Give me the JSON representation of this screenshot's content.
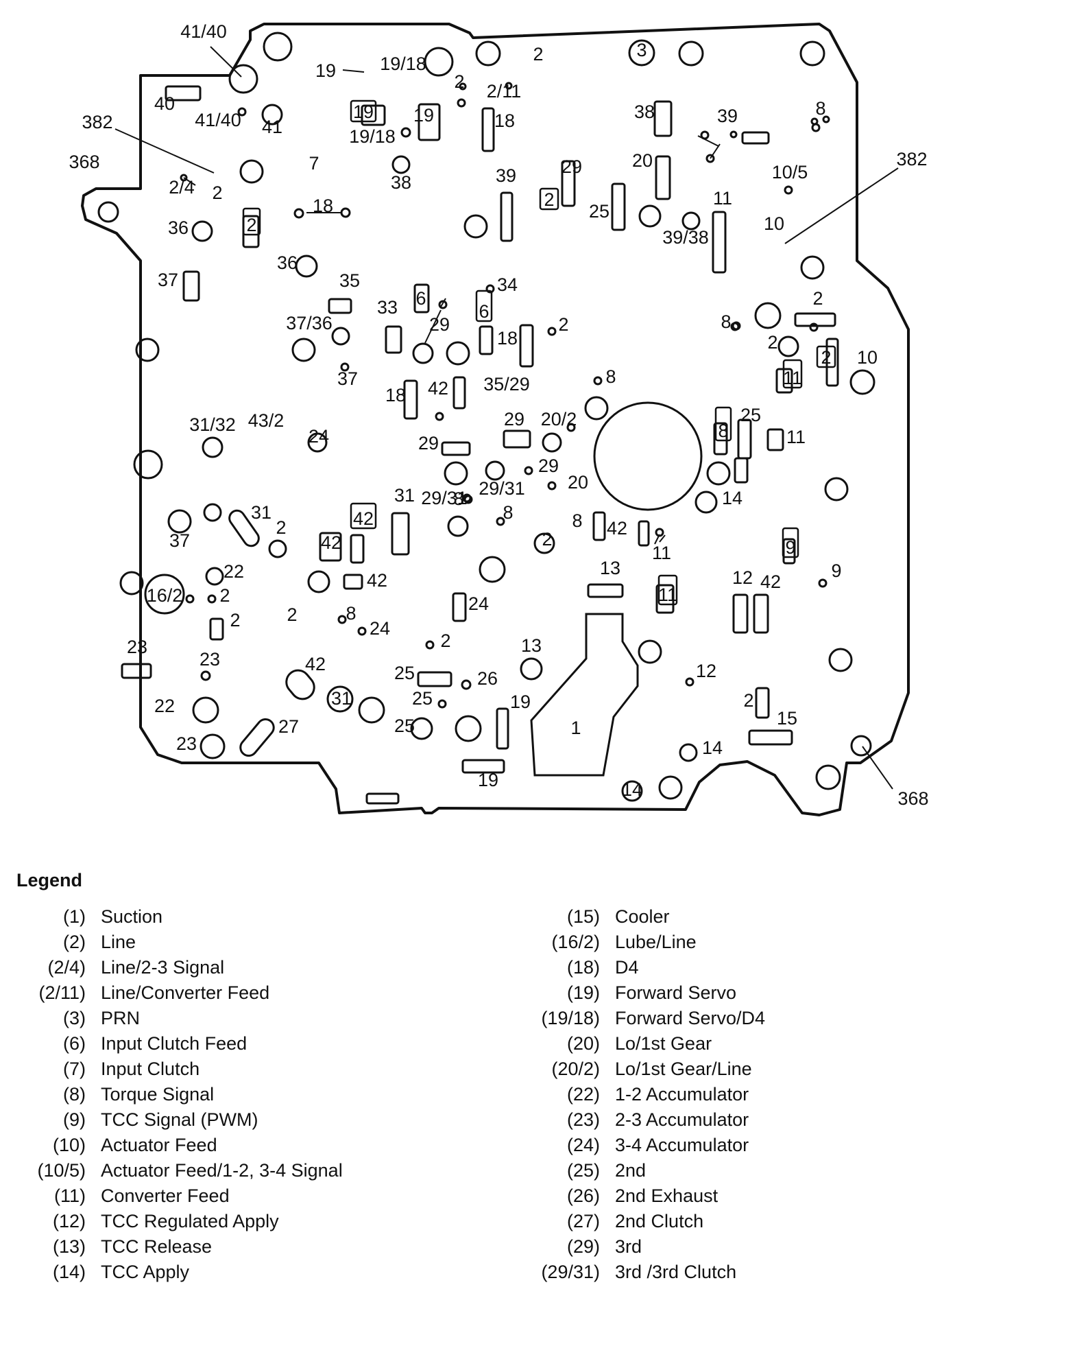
{
  "diagram": {
    "labels": [
      {
        "id": "l1",
        "text": "41/40"
      },
      {
        "id": "l2",
        "text": "19"
      },
      {
        "id": "l3",
        "text": "19/18"
      },
      {
        "id": "l4",
        "text": "2"
      },
      {
        "id": "l5",
        "text": "2/11"
      },
      {
        "id": "l6",
        "text": "2"
      },
      {
        "id": "l7",
        "text": "3"
      },
      {
        "id": "l8",
        "text": "40"
      },
      {
        "id": "l9",
        "text": "41/40"
      },
      {
        "id": "l10",
        "text": "41"
      },
      {
        "id": "l11",
        "text": "19"
      },
      {
        "id": "l12",
        "text": "19"
      },
      {
        "id": "l13",
        "text": "18"
      },
      {
        "id": "l14",
        "text": "19/18"
      },
      {
        "id": "l15",
        "text": "38"
      },
      {
        "id": "l16",
        "text": "39"
      },
      {
        "id": "l17",
        "text": "8"
      },
      {
        "id": "l18",
        "text": "382"
      },
      {
        "id": "l19",
        "text": "368"
      },
      {
        "id": "l20",
        "text": "7"
      },
      {
        "id": "l21",
        "text": "38"
      },
      {
        "id": "l22",
        "text": "39"
      },
      {
        "id": "l23",
        "text": "29"
      },
      {
        "id": "l24",
        "text": "20"
      },
      {
        "id": "l25",
        "text": "10/5"
      },
      {
        "id": "l26",
        "text": "382"
      },
      {
        "id": "l27",
        "text": "2/4"
      },
      {
        "id": "l28",
        "text": "2"
      },
      {
        "id": "l29",
        "text": "18"
      },
      {
        "id": "l30",
        "text": "2"
      },
      {
        "id": "l31",
        "text": "25"
      },
      {
        "id": "l32",
        "text": "11"
      },
      {
        "id": "l33",
        "text": "36"
      },
      {
        "id": "l34",
        "text": "2"
      },
      {
        "id": "l35",
        "text": "39/38"
      },
      {
        "id": "l36",
        "text": "10"
      },
      {
        "id": "l37",
        "text": "36"
      },
      {
        "id": "l38",
        "text": "37"
      },
      {
        "id": "l39",
        "text": "35"
      },
      {
        "id": "l40",
        "text": "34"
      },
      {
        "id": "l41",
        "text": "6"
      },
      {
        "id": "l42",
        "text": "33"
      },
      {
        "id": "l43",
        "text": "6"
      },
      {
        "id": "l44",
        "text": "37/36"
      },
      {
        "id": "l45",
        "text": "29"
      },
      {
        "id": "l46",
        "text": "2"
      },
      {
        "id": "l47",
        "text": "18"
      },
      {
        "id": "l48",
        "text": "8"
      },
      {
        "id": "l49",
        "text": "2"
      },
      {
        "id": "l50",
        "text": "2"
      },
      {
        "id": "l51",
        "text": "2"
      },
      {
        "id": "l52",
        "text": "10"
      },
      {
        "id": "l53",
        "text": "37"
      },
      {
        "id": "l54",
        "text": "8"
      },
      {
        "id": "l55",
        "text": "35/29"
      },
      {
        "id": "l56",
        "text": "18"
      },
      {
        "id": "l57",
        "text": "42"
      },
      {
        "id": "l58",
        "text": "11"
      },
      {
        "id": "l59",
        "text": "31/32"
      },
      {
        "id": "l60",
        "text": "43/2"
      },
      {
        "id": "l61",
        "text": "24"
      },
      {
        "id": "l62",
        "text": "29"
      },
      {
        "id": "l63",
        "text": "29"
      },
      {
        "id": "l64",
        "text": "20/2"
      },
      {
        "id": "l65",
        "text": "8"
      },
      {
        "id": "l66",
        "text": "25"
      },
      {
        "id": "l67",
        "text": "11"
      },
      {
        "id": "l68",
        "text": "29"
      },
      {
        "id": "l69",
        "text": "20"
      },
      {
        "id": "l70",
        "text": "14"
      },
      {
        "id": "l71",
        "text": "31"
      },
      {
        "id": "l72",
        "text": "29/31"
      },
      {
        "id": "l73",
        "text": "29/31"
      },
      {
        "id": "l74",
        "text": "31"
      },
      {
        "id": "l75",
        "text": "2"
      },
      {
        "id": "l76",
        "text": "42"
      },
      {
        "id": "l77",
        "text": "42"
      },
      {
        "id": "l78",
        "text": "8"
      },
      {
        "id": "l79",
        "text": "8"
      },
      {
        "id": "l80",
        "text": "8"
      },
      {
        "id": "l81",
        "text": "2"
      },
      {
        "id": "l82",
        "text": "42"
      },
      {
        "id": "l83",
        "text": "11"
      },
      {
        "id": "l84",
        "text": "9"
      },
      {
        "id": "l85",
        "text": "37"
      },
      {
        "id": "l86",
        "text": "22"
      },
      {
        "id": "l87",
        "text": "16/2"
      },
      {
        "id": "l88",
        "text": "2"
      },
      {
        "id": "l89",
        "text": "42"
      },
      {
        "id": "l90",
        "text": "13"
      },
      {
        "id": "l91",
        "text": "11"
      },
      {
        "id": "l92",
        "text": "12"
      },
      {
        "id": "l93",
        "text": "42"
      },
      {
        "id": "l94",
        "text": "9"
      },
      {
        "id": "l95",
        "text": "2"
      },
      {
        "id": "l96",
        "text": "2"
      },
      {
        "id": "l97",
        "text": "8"
      },
      {
        "id": "l98",
        "text": "24"
      },
      {
        "id": "l99",
        "text": "24"
      },
      {
        "id": "l100",
        "text": "2"
      },
      {
        "id": "l101",
        "text": "23"
      },
      {
        "id": "l102",
        "text": "23"
      },
      {
        "id": "l103",
        "text": "42"
      },
      {
        "id": "l104",
        "text": "13"
      },
      {
        "id": "l105",
        "text": "12"
      },
      {
        "id": "l106",
        "text": "25"
      },
      {
        "id": "l107",
        "text": "26"
      },
      {
        "id": "l108",
        "text": "22"
      },
      {
        "id": "l109",
        "text": "31"
      },
      {
        "id": "l110",
        "text": "25"
      },
      {
        "id": "l111",
        "text": "19"
      },
      {
        "id": "l112",
        "text": "2"
      },
      {
        "id": "l113",
        "text": "15"
      },
      {
        "id": "l114",
        "text": "1"
      },
      {
        "id": "l115",
        "text": "27"
      },
      {
        "id": "l116",
        "text": "25"
      },
      {
        "id": "l117",
        "text": "23"
      },
      {
        "id": "l118",
        "text": "14"
      },
      {
        "id": "l119",
        "text": "368"
      },
      {
        "id": "l120",
        "text": "19"
      },
      {
        "id": "l121",
        "text": "14"
      }
    ]
  },
  "legend": {
    "title": "Legend",
    "left": [
      {
        "code": "(1)",
        "desc": "Suction"
      },
      {
        "code": "(2)",
        "desc": "Line"
      },
      {
        "code": "(2/4)",
        "desc": "Line/2-3 Signal"
      },
      {
        "code": "(2/11)",
        "desc": "Line/Converter Feed"
      },
      {
        "code": "(3)",
        "desc": "PRN"
      },
      {
        "code": "(6)",
        "desc": "Input Clutch Feed"
      },
      {
        "code": "(7)",
        "desc": "Input Clutch"
      },
      {
        "code": "(8)",
        "desc": "Torque Signal"
      },
      {
        "code": "(9)",
        "desc": "TCC Signal (PWM)"
      },
      {
        "code": "(10)",
        "desc": "Actuator Feed"
      },
      {
        "code": "(10/5)",
        "desc": "Actuator Feed/1-2, 3-4 Signal"
      },
      {
        "code": "(11)",
        "desc": "Converter Feed"
      },
      {
        "code": "(12)",
        "desc": "TCC Regulated Apply"
      },
      {
        "code": "(13)",
        "desc": "TCC Release"
      },
      {
        "code": "(14)",
        "desc": "TCC Apply"
      }
    ],
    "right": [
      {
        "code": "(15)",
        "desc": "Cooler"
      },
      {
        "code": "(16/2)",
        "desc": "Lube/Line"
      },
      {
        "code": "(18)",
        "desc": "D4"
      },
      {
        "code": "(19)",
        "desc": "Forward Servo"
      },
      {
        "code": "(19/18)",
        "desc": "Forward Servo/D4"
      },
      {
        "code": "(20)",
        "desc": "Lo/1st  Gear"
      },
      {
        "code": "(20/2)",
        "desc": "Lo/1st Gear/Line"
      },
      {
        "code": "(22)",
        "desc": "1-2 Accumulator"
      },
      {
        "code": "(23)",
        "desc": "2-3 Accumulator"
      },
      {
        "code": "(24)",
        "desc": "3-4 Accumulator"
      },
      {
        "code": "(25)",
        "desc": "2nd"
      },
      {
        "code": "(26)",
        "desc": "2nd Exhaust"
      },
      {
        "code": "(27)",
        "desc": "2nd Clutch"
      },
      {
        "code": "(29)",
        "desc": "3rd"
      },
      {
        "code": "(29/31)",
        "desc": "3rd /3rd Clutch"
      }
    ]
  }
}
